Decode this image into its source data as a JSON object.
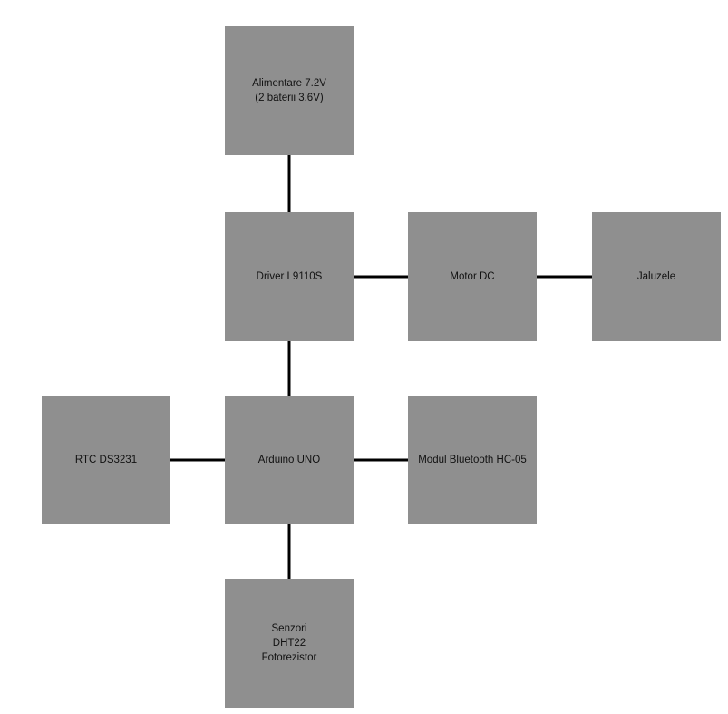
{
  "colors": {
    "background": "#ffffff",
    "block_fill": "#8f8f8f",
    "connector": "#000000",
    "text": "#111111"
  },
  "blocks": {
    "power": {
      "lines": [
        "Alimentare 7.2V",
        "(2 baterii 3.6V)"
      ]
    },
    "driver": {
      "lines": [
        "Driver L9110S"
      ]
    },
    "motor": {
      "lines": [
        "Motor DC"
      ]
    },
    "blinds": {
      "lines": [
        "Jaluzele"
      ]
    },
    "rtc": {
      "lines": [
        "RTC DS3231"
      ]
    },
    "arduino": {
      "lines": [
        "Arduino UNO"
      ]
    },
    "bluetooth": {
      "lines": [
        "Modul Bluetooth HC-05"
      ]
    },
    "sensors": {
      "lines": [
        "Senzori",
        "DHT22",
        "Fotorezistor"
      ]
    }
  },
  "connections": [
    [
      "power",
      "driver"
    ],
    [
      "driver",
      "motor"
    ],
    [
      "motor",
      "blinds"
    ],
    [
      "driver",
      "arduino"
    ],
    [
      "rtc",
      "arduino"
    ],
    [
      "arduino",
      "bluetooth"
    ],
    [
      "arduino",
      "sensors"
    ]
  ]
}
